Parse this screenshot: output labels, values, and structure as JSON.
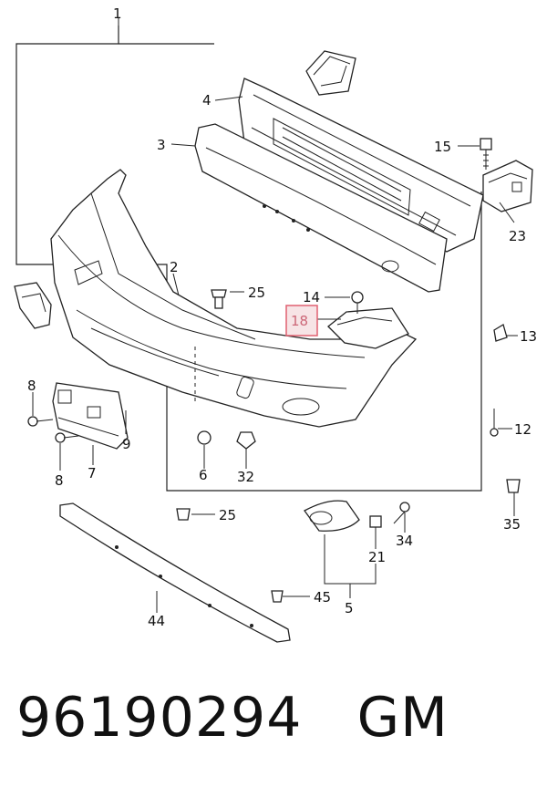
{
  "diagram": {
    "callouts": {
      "c1": "1",
      "c2": "2",
      "c3": "3",
      "c4": "4",
      "c5": "5",
      "c6": "6",
      "c7": "7",
      "c8a": "8",
      "c8b": "8",
      "c12": "12",
      "c13": "13",
      "c14": "14",
      "c15": "15",
      "c18": "18",
      "c21": "21",
      "c23": "23",
      "c25a": "25",
      "c25b": "25",
      "c32": "32",
      "c34": "34",
      "c35": "35",
      "c44": "44",
      "c45": "45",
      "c9": "9"
    },
    "highlight_color": "#e06070",
    "highlighted_callout": "18"
  },
  "caption": {
    "part_number": "96190294",
    "brand": "GM"
  }
}
